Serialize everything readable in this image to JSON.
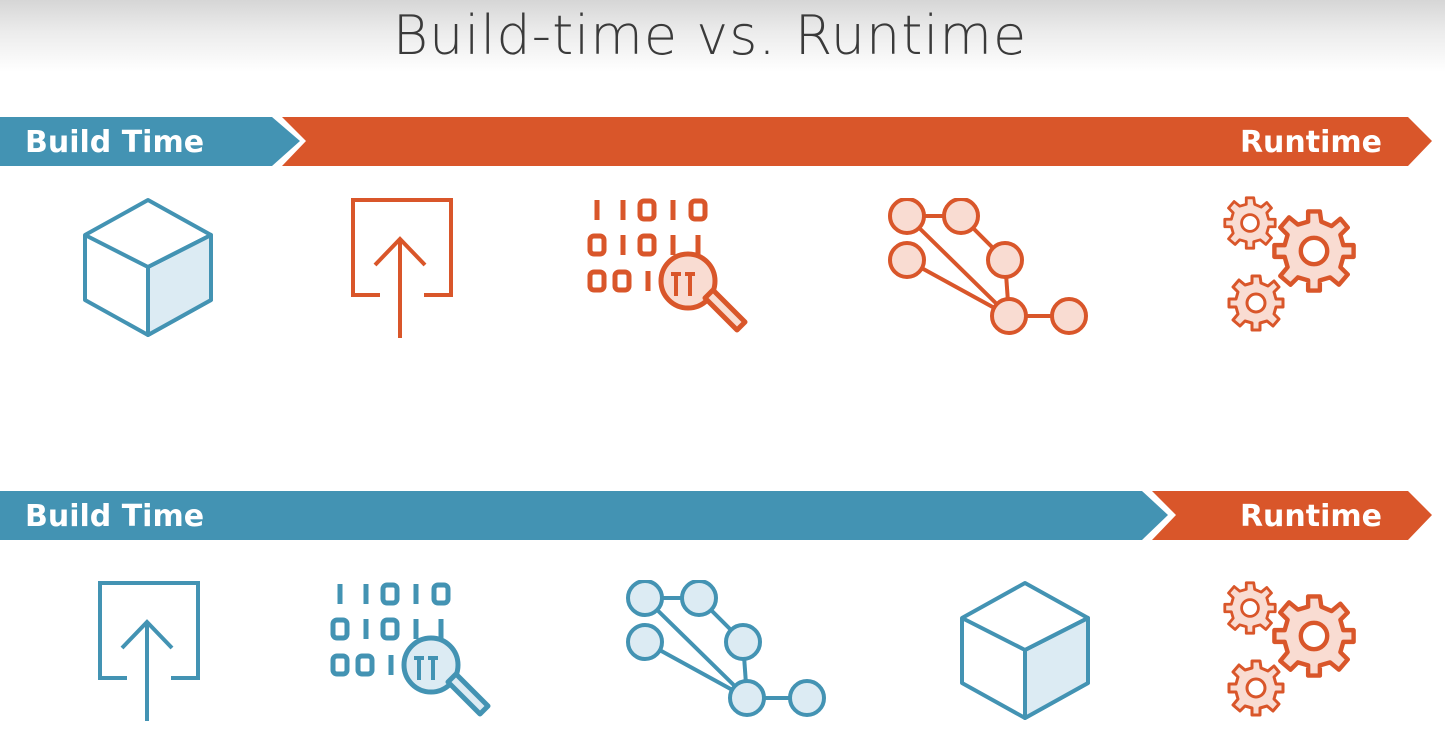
{
  "title": "Build-time vs. Runtime",
  "colors": {
    "build": "#4393b3",
    "runtime": "#d9562a",
    "build_fill": "#dcebf3",
    "runtime_fill": "#f9dcd2"
  },
  "rows": [
    {
      "build_label": "Build Time",
      "runtime_label": "Runtime",
      "icons": [
        {
          "name": "cube-icon",
          "color": "build"
        },
        {
          "name": "upload-icon",
          "color": "runtime"
        },
        {
          "name": "binary-search-icon",
          "color": "runtime"
        },
        {
          "name": "graph-nodes-icon",
          "color": "runtime"
        },
        {
          "name": "gears-icon",
          "color": "runtime"
        }
      ]
    },
    {
      "build_label": "Build Time",
      "runtime_label": "Runtime",
      "icons": [
        {
          "name": "upload-icon",
          "color": "build"
        },
        {
          "name": "binary-search-icon",
          "color": "build"
        },
        {
          "name": "graph-nodes-icon",
          "color": "build"
        },
        {
          "name": "cube-icon",
          "color": "build"
        },
        {
          "name": "gears-icon",
          "color": "runtime"
        }
      ]
    }
  ]
}
